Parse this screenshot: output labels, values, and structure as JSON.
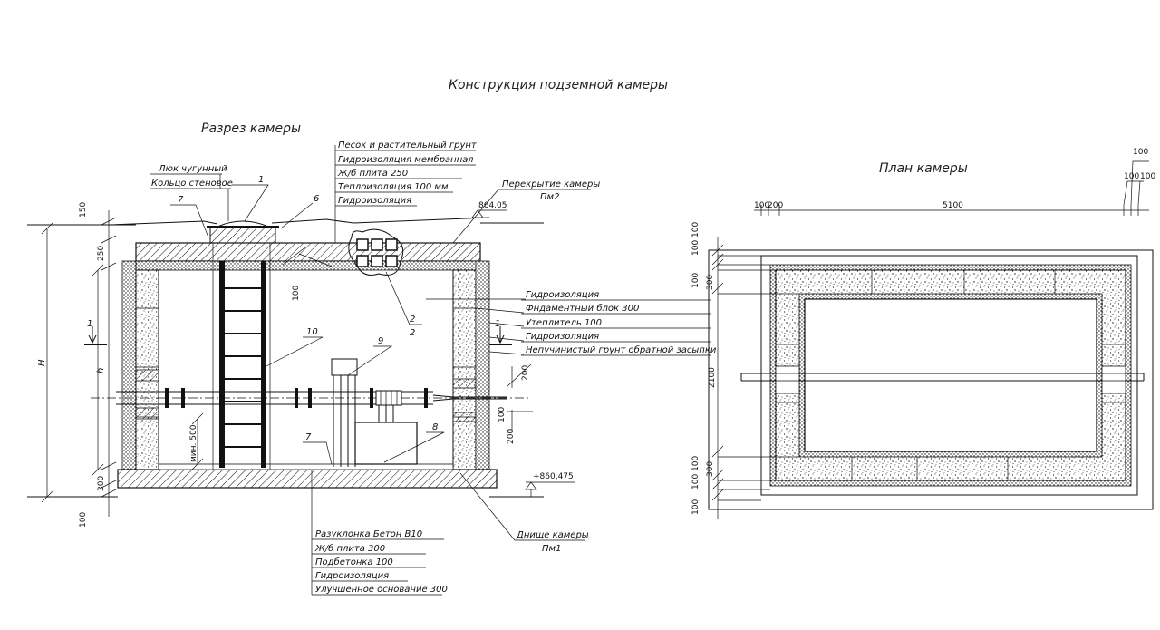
{
  "titles": {
    "main": "Конструкция подземной камеры",
    "section": "Разрез камеры",
    "plan": "План камеры"
  },
  "section_labels": {
    "hatch": "Люк чугунный",
    "ring": "Кольцо стеновое",
    "roof_callout": "Перекрытие камеры",
    "roof_sub": "Пм2",
    "floor_callout": "Днище камеры",
    "floor_sub": "Пм1",
    "top_mark": "864.05",
    "bottom_mark": "+860,475"
  },
  "roof_layers": [
    "Песок и растительный грунт",
    "Гидроизоляция мембранная",
    "Ж/б плита 250",
    "Теплоизоляция 100 мм",
    "Гидроизоляция"
  ],
  "wall_layers": [
    "Гидроизоляция",
    "Фндаментный блок 300",
    "Утеплитель 100",
    "Гидроизоляция",
    "Непучинистый грунт обратной засыпки"
  ],
  "floor_layers": [
    "Разуклонка Бетон В10",
    "Ж/б плита 300",
    "Подбетонка 100",
    "Гидроизоляция",
    "Улучшенное основание 300"
  ],
  "markers": {
    "m1": "1",
    "m2": "2",
    "m2sub": "2",
    "m6": "6",
    "m7a": "7",
    "m7b": "7",
    "m8": "8",
    "m9": "9",
    "m10": "10",
    "cut": "1"
  },
  "section_dims": {
    "d150": "150",
    "d250": "250",
    "d100roof": "100",
    "H": "H",
    "h": "h",
    "min500": "мин. 500",
    "d300floor": "300",
    "d100floor": "100",
    "d200a": "200",
    "d200b": "200",
    "d100pipe": "100"
  },
  "plan_dims": {
    "top100": "100",
    "top100b": "100",
    "top100c": "100",
    "left100": "100",
    "left200": "200",
    "length": "5100",
    "v100a": "100",
    "v100b": "100",
    "v100c": "100",
    "v300a": "300",
    "width": "2100",
    "v300b": "300",
    "v100d": "100",
    "v100e": "100",
    "v100f": "100"
  }
}
